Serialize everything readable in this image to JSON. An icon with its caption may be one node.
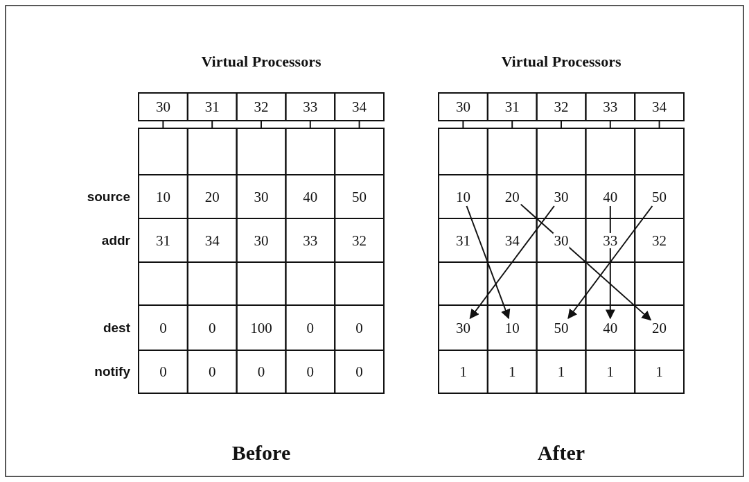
{
  "diagram": {
    "nodes": [
      {
        "text": [
          "10"
        ]
      },
      {
        "text": [
          "20"
        ]
      },
      {
        "text": [
          "30"
        ]
      },
      {
        "text": [
          "40"
        ]
      },
      {
        "text": [
          "50"
        ]
      },
      {
        "text": [
          "30"
        ]
      },
      {
        "text": [
          "10"
        ]
      },
      {
        "text": [
          "50"
        ]
      },
      {
        "text": [
          "40"
        ]
      },
      {
        "text": [
          "20"
        ]
      }
    ],
    "edges": [
      {
        "from": 0,
        "to": 6,
        "arrow": "to"
      },
      {
        "from": 1,
        "to": 9,
        "arrow": "to"
      },
      {
        "from": 2,
        "to": 5,
        "arrow": "to"
      },
      {
        "from": 3,
        "to": 8,
        "arrow": "to"
      },
      {
        "from": 4,
        "to": 7,
        "arrow": "to"
      }
    ],
    "labels": [
      "Virtual Processors",
      "Virtual Processors",
      "30",
      "31",
      "32",
      "33",
      "34",
      "30",
      "31",
      "32",
      "33",
      "34",
      "source",
      "10",
      "20",
      "30",
      "40",
      "50",
      "addr",
      "31",
      "34",
      "30",
      "33",
      "32",
      "31",
      "34",
      "30",
      "33",
      "32",
      "dest",
      "0",
      "0",
      "100",
      "0",
      "0",
      "notify",
      "0",
      "0",
      "0",
      "0",
      "0",
      "1",
      "1",
      "1",
      "1",
      "1",
      "Before",
      "After"
    ]
  }
}
